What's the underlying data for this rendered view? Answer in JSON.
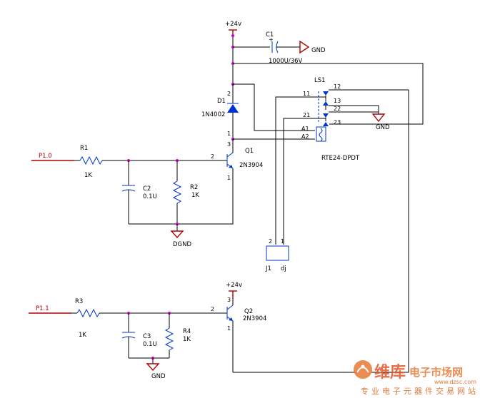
{
  "power": {
    "vcc_top": "+24v",
    "vcc_bottom": "+24v"
  },
  "gnd": {
    "c1": "GND",
    "relay": "GND",
    "q1": "DGND",
    "q2": "GND"
  },
  "c1": {
    "ref": "C1",
    "value": "1000U/36V"
  },
  "d1": {
    "ref": "D1",
    "part": "1N4002",
    "pin_a": "2",
    "pin_k": "1"
  },
  "r1": {
    "ref": "R1",
    "value": "1K"
  },
  "c2": {
    "ref": "C2",
    "value": "0.1U"
  },
  "r2": {
    "ref": "R2",
    "value": "1K"
  },
  "q1": {
    "ref": "Q1",
    "part": "2N3904",
    "pin_c": "3",
    "pin_b": "2",
    "pin_e": "1"
  },
  "net_p10": "P1.0",
  "ls1": {
    "ref": "LS1",
    "part": "RTE24-DPDT",
    "pins": {
      "p12": "12",
      "p11": "11",
      "p13": "13",
      "p22": "22",
      "p21": "21",
      "p23": "23",
      "a1": "A1",
      "a2": "A2"
    }
  },
  "j1": {
    "ref": "J1",
    "value": "dj",
    "pin2": "2",
    "pin1": "1"
  },
  "r3": {
    "ref": "R3",
    "value": "1K"
  },
  "c3": {
    "ref": "C3",
    "value": "0.1U"
  },
  "r4": {
    "ref": "R4",
    "value": "1K"
  },
  "q2": {
    "ref": "Q2",
    "part": "2N3904",
    "pin_c": "3",
    "pin_b": "2",
    "pin_e": "1"
  },
  "net_p11": "P1.1",
  "watermark": {
    "brand": "维库",
    "sub": "电子市场网",
    "url": "www.dzsc.com",
    "tagline": "专业电子元器件交易网站"
  }
}
